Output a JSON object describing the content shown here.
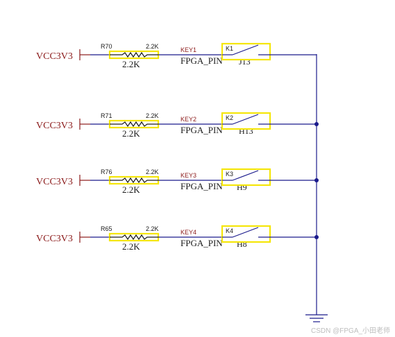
{
  "colors": {
    "wire": "#1a1a8c",
    "label_red": "#8b1a1a",
    "text_dark": "#1a1a1a",
    "highlight": "#f5e60a",
    "watermark": "#bdbdbd"
  },
  "rows": [
    {
      "power": "VCC3V3",
      "ref": "R70",
      "value_top": "2.2K",
      "value_bottom": "2.2K",
      "net": "KEY1",
      "fpga": "FPGA_PIN",
      "pin": "J13",
      "switch": "K1"
    },
    {
      "power": "VCC3V3",
      "ref": "R71",
      "value_top": "2.2K",
      "value_bottom": "2.2K",
      "net": "KEY2",
      "fpga": "FPGA_PIN",
      "pin": "H13",
      "switch": "K2"
    },
    {
      "power": "VCC3V3",
      "ref": "R76",
      "value_top": "2.2K",
      "value_bottom": "2.2K",
      "net": "KEY3",
      "fpga": "FPGA_PIN",
      "pin": "H9",
      "switch": "K3"
    },
    {
      "power": "VCC3V3",
      "ref": "R65",
      "value_top": "2.2K",
      "value_bottom": "2.2K",
      "net": "KEY4",
      "fpga": "FPGA_PIN",
      "pin": "H8",
      "switch": "K4"
    }
  ],
  "watermark": "CSDN @FPGA_小田老师"
}
